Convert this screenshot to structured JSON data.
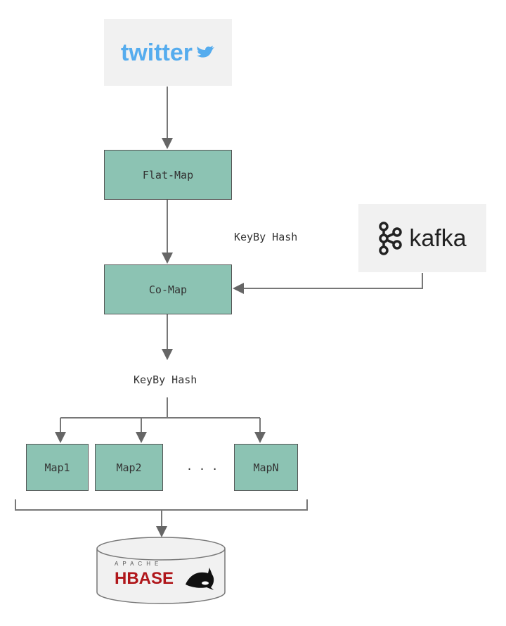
{
  "source": {
    "name": "twitter"
  },
  "nodes": {
    "flat_map": "Flat-Map",
    "co_map": "Co-Map",
    "map1": "Map1",
    "map2": "Map2",
    "ellipsis": ". . .",
    "mapn": "MapN"
  },
  "kafka": {
    "name": "kafka"
  },
  "edges": {
    "keyby1": "KeyBy Hash",
    "keyby2": "KeyBy Hash"
  },
  "sink": {
    "apache": "APACHE",
    "name": "HBASE"
  },
  "colors": {
    "node": "#8cc3b3",
    "twitter": "#55acee",
    "hbase": "#b0171b"
  }
}
